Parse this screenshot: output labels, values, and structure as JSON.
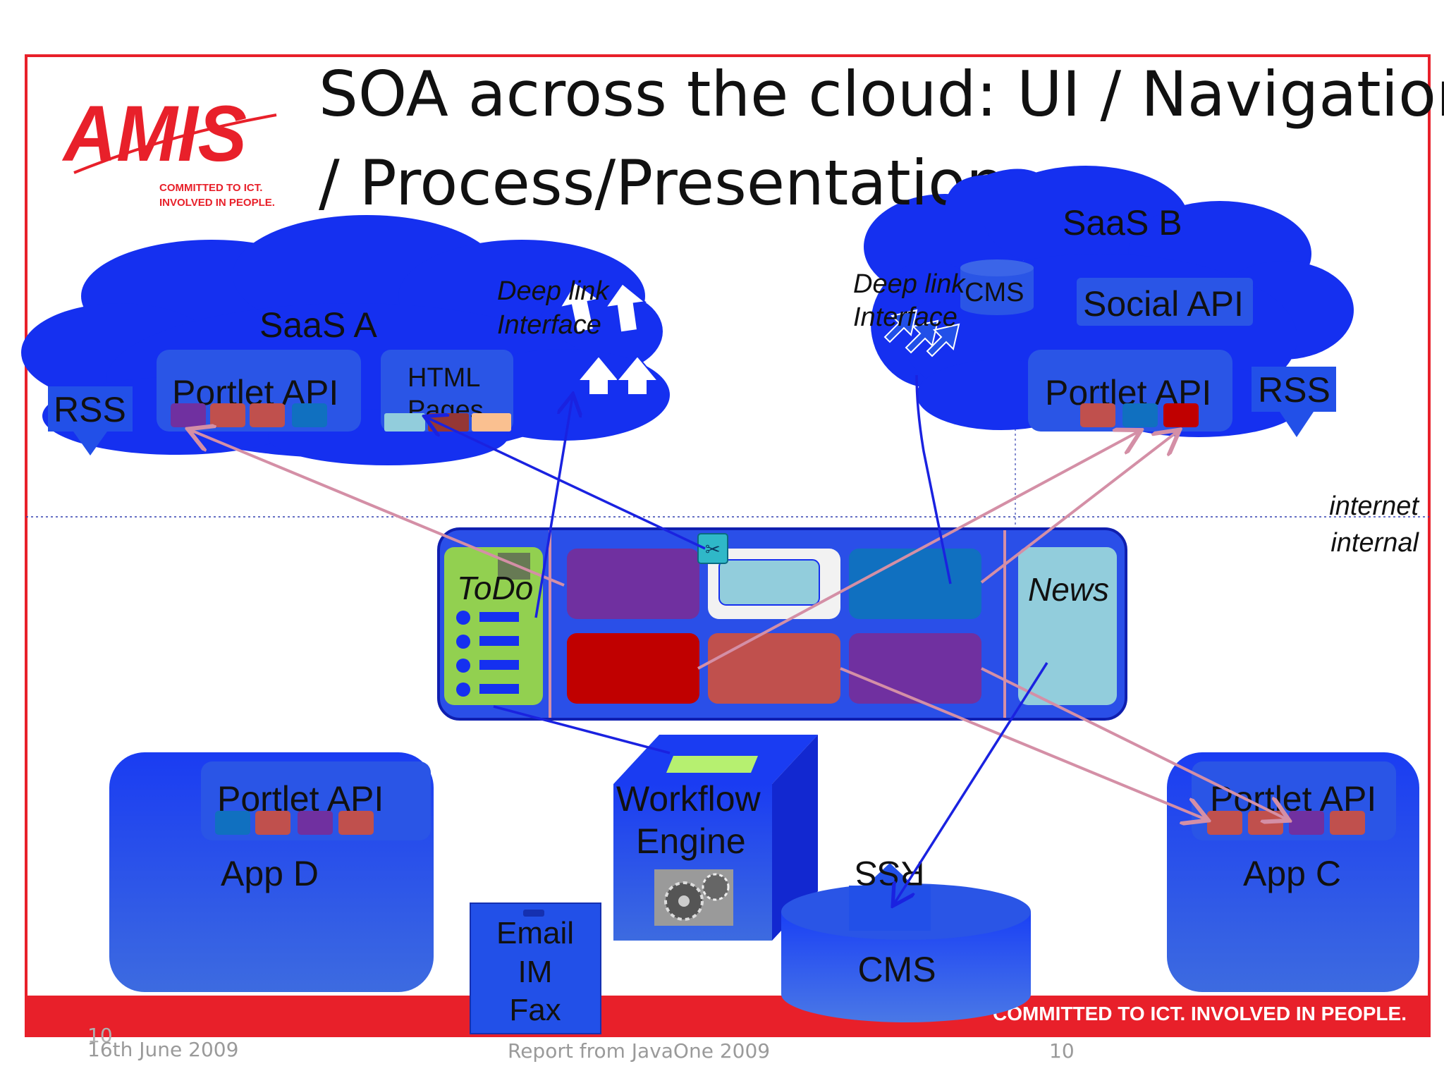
{
  "slide": {
    "title_line1": "SOA across the cloud: UI / Navigation",
    "title_line2": "/ Process/Presentation",
    "logo": {
      "brand": "AMIS",
      "tagline_line1": "COMMITTED TO ICT.",
      "tagline_line2": "INVOLVED IN PEOPLE."
    },
    "footer_banner": "COMMITTED TO ICT.  INVOLVED IN PEOPLE.",
    "footer_date": "16th  June 2009",
    "footer_center": "Report from JavaOne 2009",
    "footer_page": "10",
    "footer_slide_no": "10",
    "colors": {
      "border": "#e8202a",
      "cloud": "#1530f0",
      "api_box": "#2a55e6",
      "arrow_blue": "#1a22e0",
      "arrow_pink": "#d48fa6",
      "banner": "#e8202a"
    }
  },
  "zones": {
    "internet": "internet",
    "internal": "internal"
  },
  "saas_a": {
    "label": "SaaS A",
    "deep_link_line1": "Deep link",
    "deep_link_line2": "Interface",
    "portlet_api": "Portlet API",
    "html_line1": "HTML",
    "html_line2": "Pages",
    "rss": "RSS"
  },
  "saas_b": {
    "label": "SaaS B",
    "deep_link_line1": "Deep link",
    "deep_link_line2": "Interface",
    "cms": "CMS",
    "social_api": "Social API",
    "portlet_api": "Portlet API",
    "rss": "RSS"
  },
  "portal": {
    "todo": "ToDo",
    "news": "News"
  },
  "app_d": {
    "portlet_api": "Portlet API",
    "label": "App D"
  },
  "app_c": {
    "portlet_api": "Portlet API",
    "label": "App C"
  },
  "workflow": {
    "line1": "Workflow",
    "line2": "Engine"
  },
  "email_box": {
    "line1": "Email",
    "line2": "IM",
    "line3": "Fax"
  },
  "cms_db": {
    "rss": "RSS",
    "label": "CMS"
  }
}
